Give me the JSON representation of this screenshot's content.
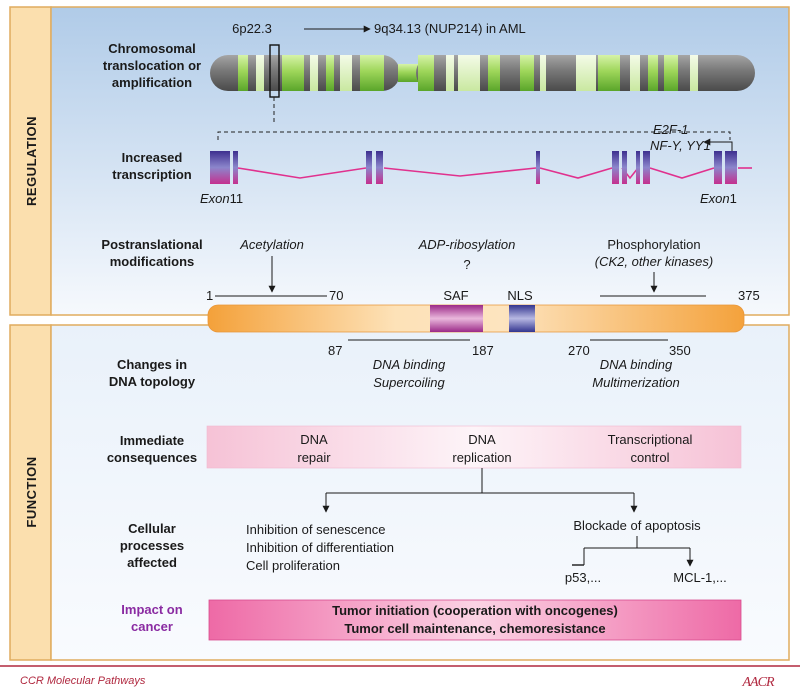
{
  "sections": {
    "regulation": "REGULATION",
    "function": "FUNCTION"
  },
  "chromosome": {
    "row_label_1": "Chromosomal",
    "row_label_2": "translocation or",
    "row_label_3": "amplification",
    "locus": "6p22.3",
    "translocation": "9q34.13 (NUP214) in AML"
  },
  "transcription": {
    "row_label_1": "Increased",
    "row_label_2": "transcription",
    "factor_1": "E2F-1",
    "factor_2": "NF-Y, YY1",
    "exon_left_word": "Exon",
    "exon_left_num": "11",
    "exon_right_word": "Exon",
    "exon_right_num": "1"
  },
  "ptm": {
    "row_label_1": "Postranslational",
    "row_label_2": "modifications",
    "acetylation": "Acetylation",
    "adp": "ADP-ribosylation",
    "question": "?",
    "phospho": "Phosphorylation",
    "kinases": "(CK2, other kinases)"
  },
  "protein": {
    "start": "1",
    "acet_end": "70",
    "end": "375",
    "saf": "SAF",
    "nls": "NLS",
    "region1_start": "87",
    "region1_end": "187",
    "region2_start": "270",
    "region2_end": "350"
  },
  "topology": {
    "row_label_1": "Changes in",
    "row_label_2": "DNA topology",
    "r1_line1": "DNA binding",
    "r1_line2": "Supercoiling",
    "r2_line1": "DNA binding",
    "r2_line2": "Multimerization"
  },
  "consequences": {
    "row_label_1": "Immediate",
    "row_label_2": "consequences",
    "c1_line1": "DNA",
    "c1_line2": "repair",
    "c2_line1": "DNA",
    "c2_line2": "replication",
    "c3_line1": "Transcriptional",
    "c3_line2": "control"
  },
  "cellular": {
    "row_label_1": "Cellular",
    "row_label_2": "processes",
    "row_label_3": "affected",
    "left_1": "Inhibition of senescence",
    "left_2": "Inhibition of differentiation",
    "left_3": "Cell proliferation",
    "right": "Blockade of apoptosis",
    "sub_1": "p53,...",
    "sub_2": "MCL-1,..."
  },
  "impact": {
    "row_label_1": "Impact on",
    "row_label_2": "cancer",
    "line1": "Tumor initiation (cooperation with oncogenes)",
    "line2": "Tumor cell maintenance, chemoresistance"
  },
  "footer": {
    "journal": "CCR Molecular Pathways",
    "logo": "AACR"
  },
  "colors": {
    "panel_border": "#e0ac5e",
    "side_tab": "#fbdfae",
    "panel_bg_top": "#b4cee9",
    "chrom_green": "#9ed65a",
    "protein_orange": "#f5a53a",
    "saf_magenta": "#a0308e",
    "nls_blue": "#3e3da0",
    "intron_pink": "#e0318e",
    "impact_pink": "#ee72aa",
    "impact_title": "#8a2ba2",
    "footer_line": "#b0283f"
  }
}
